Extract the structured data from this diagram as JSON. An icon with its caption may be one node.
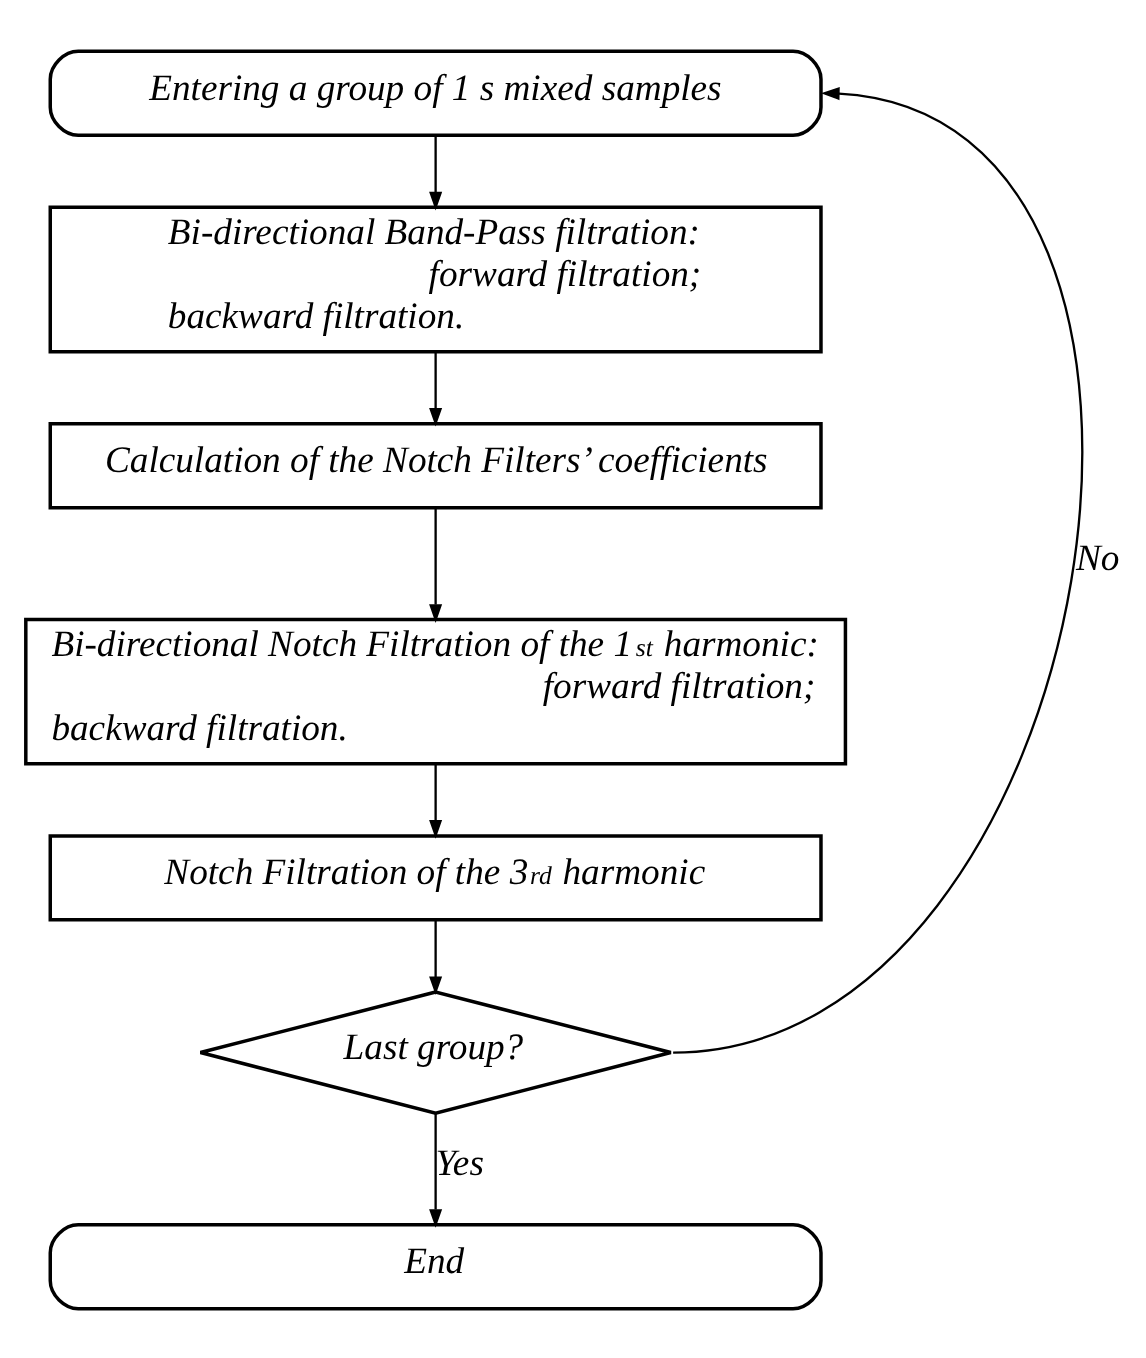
{
  "diagram": {
    "nodes": [
      {
        "text": [
          "Entering a group of 1 s mixed samples"
        ]
      },
      {
        "text": [
          "Bi-directional Band-Pass filtration:",
          "forward filtration;",
          "backward filtration."
        ]
      },
      {
        "text": [
          "Calculation of the Notch Filters’ coefficients"
        ]
      },
      {
        "text": [
          "Bi-directional Notch Filtration of the 1$^{st}$ harmonic:",
          "forward filtration;",
          "backward filtration."
        ]
      },
      {
        "text": [
          "Notch Filtration of the 3$^{rd}$ harmonic"
        ]
      },
      {
        "text": [
          "Last group?"
        ]
      },
      {
        "text": [
          "End"
        ]
      }
    ],
    "edges": [
      {
        "from": 0,
        "to": 1,
        "arrow": "to"
      },
      {
        "from": 1,
        "to": 2,
        "arrow": "to"
      },
      {
        "from": 2,
        "to": 3,
        "arrow": "to"
      },
      {
        "from": 3,
        "to": 4,
        "arrow": "to"
      },
      {
        "from": 4,
        "to": 5,
        "arrow": "to"
      },
      {
        "from": 5,
        "to": 6,
        "label": "Yes",
        "arrow": "to"
      },
      {
        "from": 5,
        "to": 0,
        "label": "No",
        "arrow": "to"
      }
    ]
  }
}
